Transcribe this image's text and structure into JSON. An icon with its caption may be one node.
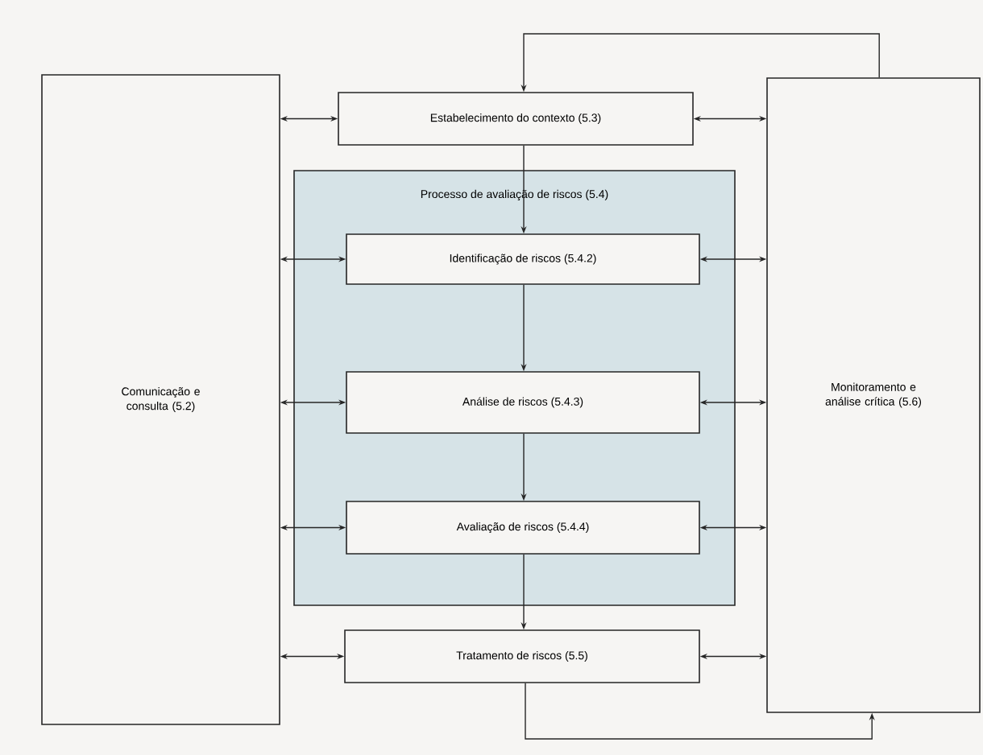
{
  "diagram": {
    "nodes": [
      {
        "text": [
          "Comunicação e consulta (5.2)"
        ]
      },
      {
        "text": [
          "Estabelecimento do contexto (5.3)"
        ]
      },
      {
        "text": [
          "Processo de avaliação de riscos (5.4)"
        ]
      },
      {
        "text": [
          "Identificação de riscos (5.4.2)"
        ],
        "in": 2
      },
      {
        "text": [
          "Análise de riscos (5.4.3)"
        ],
        "in": 2
      },
      {
        "text": [
          "Avaliação de riscos (5.4.4)"
        ],
        "in": 2
      },
      {
        "text": [
          "Tratamento de riscos (5.5)"
        ]
      },
      {
        "text": [
          "Monitoramento e análise crítica (5.6)"
        ]
      }
    ],
    "edges": [
      {
        "from": 0,
        "to": 1,
        "arrow": "both"
      },
      {
        "from": 0,
        "to": 3,
        "arrow": "both"
      },
      {
        "from": 0,
        "to": 4,
        "arrow": "both"
      },
      {
        "from": 0,
        "to": 5,
        "arrow": "both"
      },
      {
        "from": 0,
        "to": 6,
        "arrow": "both"
      },
      {
        "from": 1,
        "to": 7,
        "arrow": "both"
      },
      {
        "from": 3,
        "to": 7,
        "arrow": "both"
      },
      {
        "from": 4,
        "to": 7,
        "arrow": "both"
      },
      {
        "from": 5,
        "to": 7,
        "arrow": "both"
      },
      {
        "from": 6,
        "to": 7,
        "arrow": "both"
      },
      {
        "from": 7,
        "to": 1,
        "arrow": "to"
      },
      {
        "from": 1,
        "to": 3,
        "arrow": "to"
      },
      {
        "from": 3,
        "to": 4,
        "arrow": "to"
      },
      {
        "from": 4,
        "to": 5,
        "arrow": "to"
      },
      {
        "from": 5,
        "to": 6,
        "arrow": "to"
      },
      {
        "from": 6,
        "to": 7,
        "arrow": "to"
      }
    ]
  }
}
